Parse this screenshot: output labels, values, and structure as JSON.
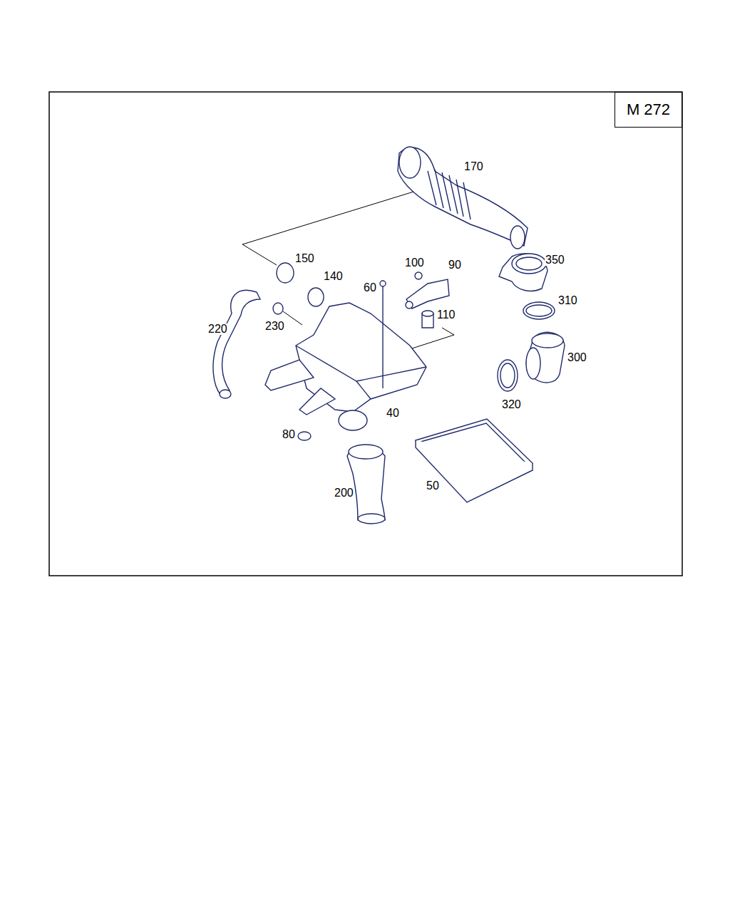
{
  "diagram": {
    "nodes": [
      {
        "text": [
          "M 272"
        ]
      }
    ],
    "labels": [
      "170",
      "150",
      "140",
      "100",
      "90",
      "350",
      "60",
      "110",
      "310",
      "220",
      "230",
      "300",
      "40",
      "320",
      "80",
      "50",
      "200"
    ]
  }
}
